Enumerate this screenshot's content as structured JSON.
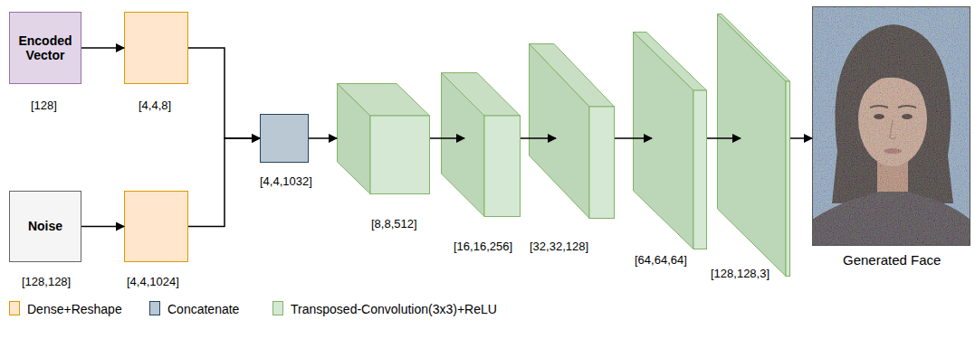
{
  "diagram": {
    "nodes": [
      {
        "text": [
          "Encoded Vector",
          "[128]"
        ]
      },
      {
        "text": [
          "[4,4,8]"
        ]
      },
      {
        "text": [
          "Noise",
          "[128,128]"
        ]
      },
      {
        "text": [
          "[4,4,1024]"
        ]
      },
      {
        "text": [
          "[4,4,1032]"
        ]
      },
      {
        "text": [
          "[8,8,512]"
        ]
      },
      {
        "text": [
          "[16,16,256]"
        ]
      },
      {
        "text": [
          "[32,32,128]"
        ]
      },
      {
        "text": [
          "[64,64,64]"
        ]
      },
      {
        "text": [
          "[128,128,3]"
        ]
      },
      {
        "text": [
          "Generated Face"
        ]
      }
    ],
    "edges": [
      {
        "from": 0,
        "to": 1,
        "arrow": "to"
      },
      {
        "from": 2,
        "to": 3,
        "arrow": "to"
      },
      {
        "from": 1,
        "to": 4,
        "arrow": "to"
      },
      {
        "from": 3,
        "to": 4,
        "arrow": "to"
      },
      {
        "from": 4,
        "to": 5,
        "arrow": "to"
      },
      {
        "from": 5,
        "to": 6,
        "arrow": "to"
      },
      {
        "from": 6,
        "to": 7,
        "arrow": "to"
      },
      {
        "from": 7,
        "to": 8,
        "arrow": "to"
      },
      {
        "from": 8,
        "to": 9,
        "arrow": "to"
      },
      {
        "from": 9,
        "to": 10,
        "arrow": "to"
      }
    ],
    "legend": [
      {
        "text": "Dense+Reshape",
        "color": "#ffe6cc"
      },
      {
        "text": "Concatenate",
        "color": "#bac8d3"
      },
      {
        "text": "Transposed-Convolution(3x3)+ReLU",
        "color": "#d5e8d4"
      }
    ]
  }
}
